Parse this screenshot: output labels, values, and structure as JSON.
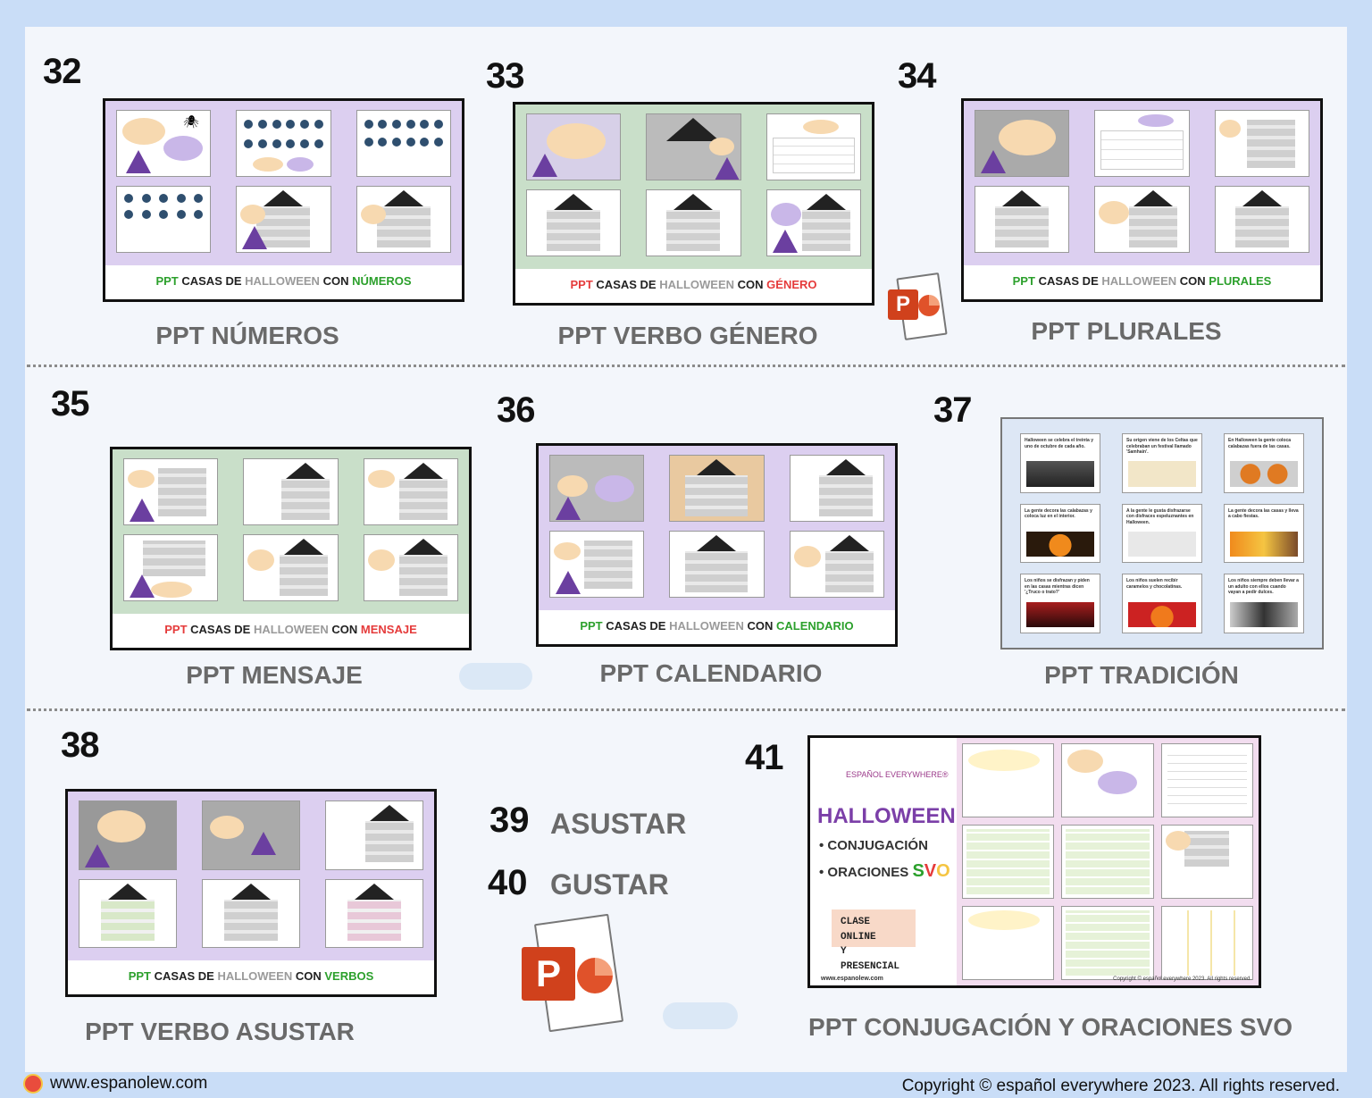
{
  "sections": [
    {
      "number": "32",
      "caption": "PPT NÚMEROS",
      "banner": {
        "p1": "PPT",
        "p2": "CASAS DE",
        "p3": "HALLOWEEN",
        "p4": "CON",
        "p5": "NÚMEROS"
      },
      "accent": "#2ca02c",
      "bg": "#dccff0"
    },
    {
      "number": "33",
      "caption": "PPT VERBO GÉNERO",
      "banner": {
        "p1": "PPT",
        "p2": "CASAS DE",
        "p3": "HALLOWEEN",
        "p4": "CON",
        "p5": "GÉNERO"
      },
      "accent": "#e53b3b",
      "bg": "#c9dfc9"
    },
    {
      "number": "34",
      "caption": "PPT PLURALES",
      "banner": {
        "p1": "PPT",
        "p2": "CASAS DE",
        "p3": "HALLOWEEN",
        "p4": "CON",
        "p5": "PLURALES"
      },
      "accent": "#2ca02c",
      "bg": "#dccff0"
    },
    {
      "number": "35",
      "caption": "PPT MENSAJE",
      "banner": {
        "p1": "PPT",
        "p2": "CASAS DE",
        "p3": "HALLOWEEN",
        "p4": "CON",
        "p5": "MENSAJE"
      },
      "accent": "#e53b3b",
      "bg": "#c9dfc9"
    },
    {
      "number": "36",
      "caption": "PPT CALENDARIO",
      "banner": {
        "p1": "PPT",
        "p2": "CASAS DE",
        "p3": "HALLOWEEN",
        "p4": "CON",
        "p5": "CALENDARIO"
      },
      "accent": "#2ca02c",
      "bg": "#dccff0"
    },
    {
      "number": "37",
      "caption": "PPT TRADICIÓN"
    },
    {
      "number": "38",
      "caption": "PPT VERBO ASUSTAR",
      "banner": {
        "p1": "PPT",
        "p2": "CASAS DE",
        "p3": "HALLOWEEN",
        "p4": "CON",
        "p5": "VERBOS"
      },
      "accent": "#2ca02c",
      "bg": "#dccff0"
    },
    {
      "number": "41",
      "caption": "PPT CONJUGACIÓN Y ORACIONES SVO"
    }
  ],
  "extra": {
    "n39": "39",
    "l39": "ASUSTAR",
    "n40": "40",
    "l40": "GUSTAR"
  },
  "svo": {
    "brand": "ESPAÑOL EVERYWHERE®",
    "title": "HALLOWEEN",
    "item1": "CONJUGACIÓN",
    "item2": "ORACIONES",
    "s": "S",
    "v": "V",
    "o": "O",
    "badge1": "CLASE ONLINE",
    "badge2": "Y PRESENCIAL",
    "site": "www.espanolew.com",
    "copy": "Copyright © español everywhere 2023. All rights reserved."
  },
  "tradicion": {
    "t1": "Halloween se celebra el treinta y uno de octubre de cada año.",
    "t2": "Su origen viene de los Celtas que celebraban un festival llamado 'Samhain'.",
    "t3": "En Halloween la gente coloca calabazas fuera de las casas.",
    "t4": "La gente decora las calabazas y coloca luz en el interior.",
    "t5": "A la gente le gusta disfrazarse con disfraces espeluznantes en Halloween.",
    "t6": "La gente decora las casas y lleva a cabo fiestas.",
    "t7": "Los niños se disfrazan y piden en las casas mientras dicen '¿Truco o trato?'",
    "t8": "Los niños suelen recibir caramelos y chocolatinas.",
    "t9": "Los niños siempre deben llevar a un adulto con ellos cuando vayan a pedir dulces."
  },
  "footer": {
    "site": "www.espanolew.com",
    "copyright": "Copyright © español everywhere 2023. All rights reserved."
  },
  "colors": {
    "ppt_orange": "#d0411c",
    "lavender": "#dccff0",
    "sage": "#c9dfc9",
    "caption_grey": "#6a6a6a"
  },
  "icons": [
    "powerpoint-icon",
    "cloud-icon",
    "witch-hat-icon",
    "spider-icon",
    "haunted-house-icon"
  ]
}
